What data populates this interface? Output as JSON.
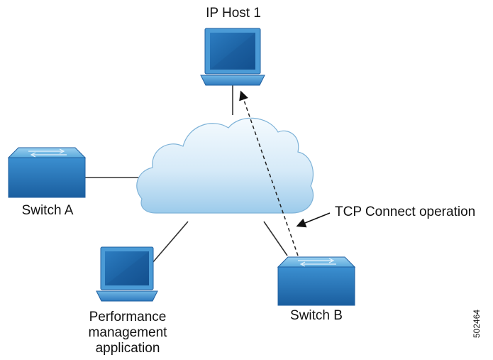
{
  "labels": {
    "ip_host": "IP Host 1",
    "switch_a": "Switch A",
    "switch_b": "Switch B",
    "tcp_operation": "TCP Connect operation",
    "performance_app": [
      "Performance",
      "management",
      "application"
    ],
    "figure_id": "502464"
  },
  "nodes": [
    {
      "id": "ip-host-1",
      "kind": "laptop",
      "label_ref": "labels.ip_host"
    },
    {
      "id": "switch-a",
      "kind": "switch",
      "label_ref": "labels.switch_a"
    },
    {
      "id": "switch-b",
      "kind": "switch",
      "label_ref": "labels.switch_b"
    },
    {
      "id": "performance-app",
      "kind": "laptop",
      "label_ref": "labels.performance_app"
    },
    {
      "id": "network-cloud",
      "kind": "cloud"
    }
  ],
  "connections": [
    {
      "from": "ip-host-1",
      "to": "network-cloud",
      "style": "solid"
    },
    {
      "from": "switch-a",
      "to": "network-cloud",
      "style": "solid"
    },
    {
      "from": "performance-app",
      "to": "network-cloud",
      "style": "solid"
    },
    {
      "from": "switch-b",
      "to": "network-cloud",
      "style": "solid"
    },
    {
      "from": "switch-b",
      "to": "ip-host-1",
      "style": "dashed-arrow",
      "label_ref": "labels.tcp_operation"
    }
  ],
  "colors": {
    "device_blue": "#1f5fa0",
    "device_light": "#5aa9dc",
    "cloud_fill": "#cfe6f6",
    "line": "#333333"
  }
}
